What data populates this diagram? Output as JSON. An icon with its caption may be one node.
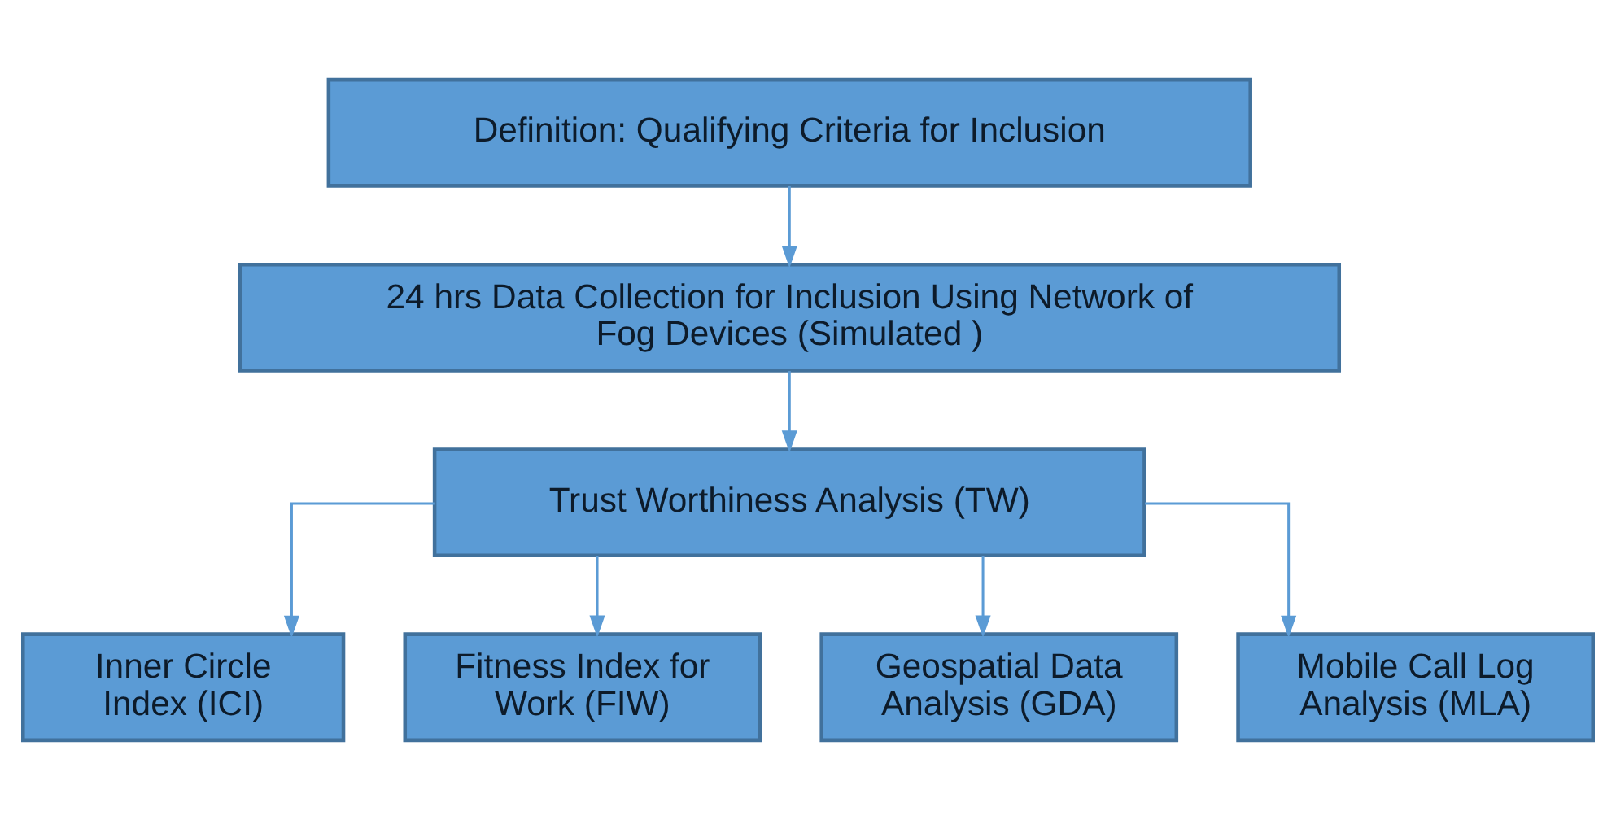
{
  "diagram": {
    "nodes": [
      {
        "text": [
          "Definition: Qualifying Criteria for Inclusion"
        ]
      },
      {
        "text": [
          "24 hrs Data Collection for Inclusion Using Network of Fog Devices (Simulated )"
        ]
      },
      {
        "text": [
          "Trust Worthiness Analysis (TW)"
        ]
      },
      {
        "text": [
          "Inner Circle Index (ICI)"
        ]
      },
      {
        "text": [
          "Fitness Index for Work (FIW)"
        ]
      },
      {
        "text": [
          "Geospatial Data Analysis (GDA)"
        ]
      },
      {
        "text": [
          "Mobile Call Log Analysis (MLA)"
        ]
      }
    ],
    "edges": [
      {
        "from": 0,
        "to": 1,
        "arrow": "to"
      },
      {
        "from": 1,
        "to": 2,
        "arrow": "to"
      },
      {
        "from": 2,
        "to": 3,
        "arrow": "to"
      },
      {
        "from": 2,
        "to": 4,
        "arrow": "to"
      },
      {
        "from": 2,
        "to": 5,
        "arrow": "to"
      },
      {
        "from": 2,
        "to": 6,
        "arrow": "to"
      }
    ]
  }
}
